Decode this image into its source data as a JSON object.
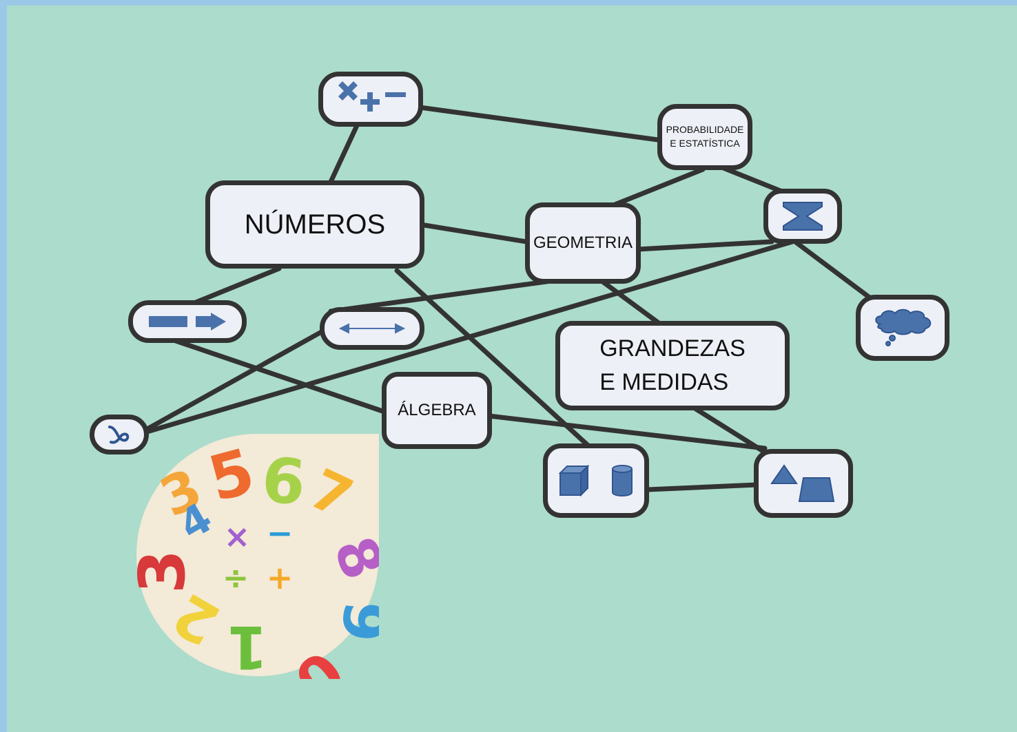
{
  "nodes": {
    "numeros": {
      "label": "NÚMEROS"
    },
    "geometria": {
      "label": "GEOMETRIA"
    },
    "grandezas": {
      "line1": "GRANDEZAS",
      "line2": "E MEDIDAS"
    },
    "algebra": {
      "label": "ÁLGEBRA"
    },
    "probabilidade": {
      "line1": "PROBABILIDADE",
      "line2": "E ESTATÍSTICA"
    }
  },
  "icons": {
    "operations": "operations-icon",
    "arrow_equation": "arrow-equation-icon",
    "double_arrow": "double-arrow-icon",
    "variable": "variable-icon",
    "hourglass": "hourglass-icon",
    "thought_cloud": "thought-cloud-icon",
    "solids": [
      "cube-icon",
      "cylinder-icon"
    ],
    "plane_shapes": [
      "triangle-icon",
      "trapezoid-icon"
    ],
    "numbers_illustration": "numbers-illustration"
  },
  "colors": {
    "background": "#acdccb",
    "frame": "#9cc8e8",
    "node_fill": "#eef0f7",
    "node_border": "#333333",
    "icon_blue": "#4a72aa"
  }
}
